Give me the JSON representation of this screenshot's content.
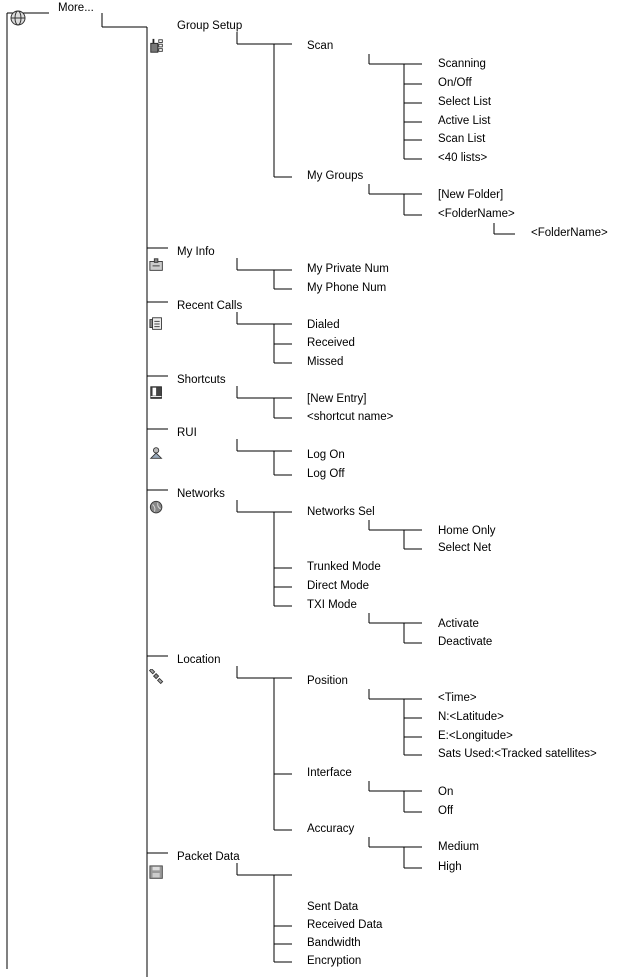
{
  "root": {
    "label": "More...",
    "icon": "globe-icon"
  },
  "categories": [
    {
      "label": "Group Setup",
      "icon": "radio-icon",
      "children": [
        {
          "label": "Scan",
          "children": [
            {
              "label": "Scanning"
            },
            {
              "label": "On/Off"
            },
            {
              "label": "Select List"
            },
            {
              "label": "Active List"
            },
            {
              "label": "Scan List"
            },
            {
              "label": "<40 lists>"
            }
          ]
        },
        {
          "label": "My Groups",
          "children": [
            {
              "label": "[New Folder]"
            },
            {
              "label": "<FolderName>",
              "children": [
                {
                  "label": "<FolderName>"
                }
              ]
            }
          ]
        }
      ]
    },
    {
      "label": "My Info",
      "icon": "id-card-icon",
      "children": [
        {
          "label": "My Private Num"
        },
        {
          "label": "My Phone Num"
        }
      ]
    },
    {
      "label": "Recent Calls",
      "icon": "call-log-icon",
      "children": [
        {
          "label": "Dialed"
        },
        {
          "label": "Received"
        },
        {
          "label": "Missed"
        }
      ]
    },
    {
      "label": "Shortcuts",
      "icon": "book-icon",
      "children": [
        {
          "label": "[New Entry]"
        },
        {
          "label": "<shortcut name>"
        }
      ]
    },
    {
      "label": "RUI",
      "icon": "user-login-icon",
      "children": [
        {
          "label": "Log On"
        },
        {
          "label": "Log Off"
        }
      ]
    },
    {
      "label": "Networks",
      "icon": "network-globe-icon",
      "children": [
        {
          "label": "Networks Sel",
          "children": [
            {
              "label": "Home Only"
            },
            {
              "label": "Select Net"
            }
          ]
        },
        {
          "label": "Trunked Mode"
        },
        {
          "label": "Direct Mode"
        },
        {
          "label": "TXI Mode",
          "children": [
            {
              "label": "Activate"
            },
            {
              "label": "Deactivate"
            }
          ]
        }
      ]
    },
    {
      "label": "Location",
      "icon": "satellite-icon",
      "children": [
        {
          "label": "Position",
          "children": [
            {
              "label": "<Time>"
            },
            {
              "label": "N:<Latitude>"
            },
            {
              "label": "E:<Longitude>"
            },
            {
              "label": "Sats Used:<Tracked satellites>"
            }
          ]
        },
        {
          "label": "Interface",
          "children": [
            {
              "label": "On"
            },
            {
              "label": "Off"
            }
          ]
        },
        {
          "label": "Accuracy",
          "children": [
            {
              "label": "Medium"
            },
            {
              "label": "High"
            }
          ]
        }
      ]
    },
    {
      "label": "Packet Data",
      "icon": "floppy-disk-icon",
      "children": [
        {
          "label": "Sent Data"
        },
        {
          "label": "Received Data"
        },
        {
          "label": "Bandwidth"
        },
        {
          "label": "Encryption"
        }
      ]
    }
  ]
}
